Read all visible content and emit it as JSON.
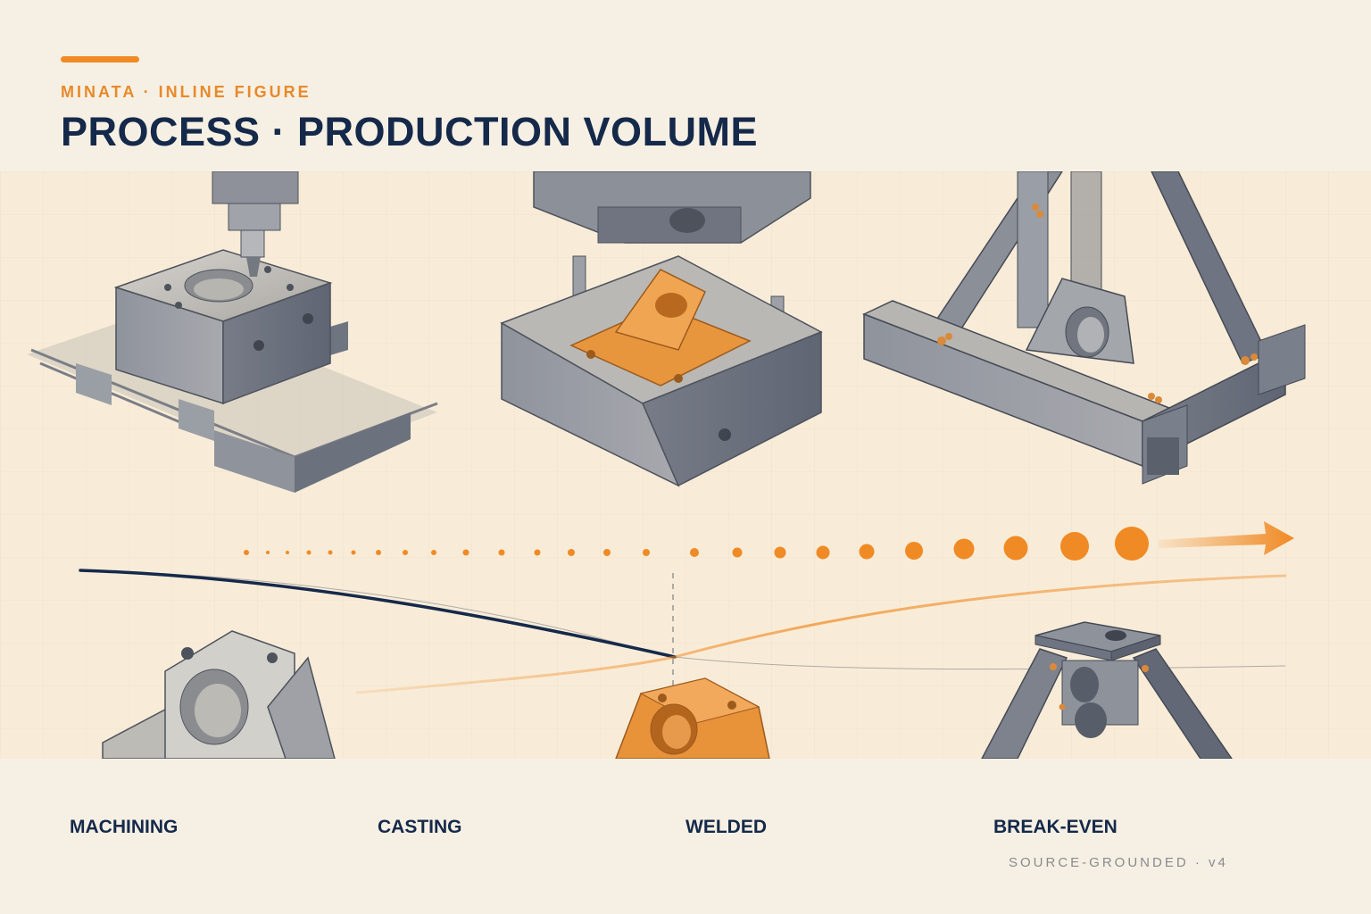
{
  "header": {
    "eyebrow": "MINATA · INLINE FIGURE",
    "title": "PROCESS · PRODUCTION VOLUME"
  },
  "labels": {
    "machining": "MACHINING",
    "casting": "CASTING",
    "welded": "WELDED",
    "break_even": "BREAK-EVEN"
  },
  "footer": {
    "note": "SOURCE-GROUNDED · v4"
  },
  "colors": {
    "accent": "#f08a24",
    "navy": "#15294a",
    "steel": "#8d9098",
    "paper": "#f8ecd8"
  }
}
